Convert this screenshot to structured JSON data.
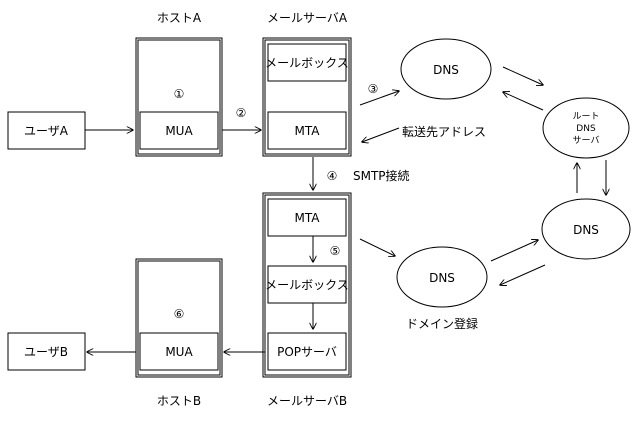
{
  "host_a": {
    "title": "ホストA",
    "marker": "①",
    "mua_label": "MUA"
  },
  "user_a": {
    "label": "ユーザA"
  },
  "mail_server_a": {
    "title": "メールサーバA",
    "mailbox_label": "メールボックス",
    "mta_label": "MTA"
  },
  "mail_server_b": {
    "title": "メールサーバB",
    "mta_label": "MTA",
    "mailbox_label": "メールボックス",
    "pop_label": "POPサーバ"
  },
  "host_b": {
    "title": "ホストB",
    "marker": "⑥",
    "mua_label": "MUA"
  },
  "user_b": {
    "label": "ユーザB"
  },
  "steps": {
    "s2": "②",
    "s3": "③",
    "s4": "④",
    "s4_label": "SMTP接続",
    "s5": "⑤"
  },
  "dns_upper": {
    "label": "DNS"
  },
  "dns_root": {
    "line1": "ルート",
    "line2": "DNS",
    "line3": "サーバ"
  },
  "dns_right": {
    "label": "DNS"
  },
  "dns_lower": {
    "label": "DNS"
  },
  "annotations": {
    "forward_address": "転送先アドレス",
    "domain_registration": "ドメイン登録"
  }
}
